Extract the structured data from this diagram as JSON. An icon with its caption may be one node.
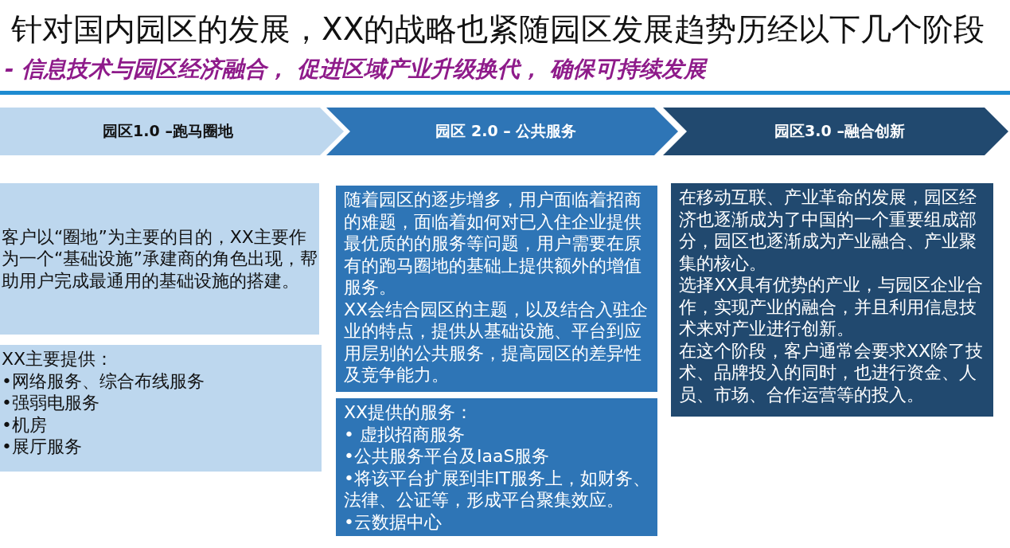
{
  "diagram": {
    "title": "针对国内园区的发展，XX的战略也紧随园区发展趋势历经以下几个阶段",
    "caption": "- 信息技术与园区经济融合， 促进区域产业升级换代， 确保可持续发展",
    "nodes": [
      {
        "text": [
          "园区1.0 –跑马圈地"
        ]
      },
      {
        "text": [
          "园区 2.0 – 公共服务"
        ]
      },
      {
        "text": [
          "园区3.0 –融合创新"
        ]
      },
      {
        "text": [
          "客户以“圈地”为主要的目的，XX主要作为一个“基础设施”承建商的角色出现，帮助用户完成最通用的基础设施的搭建。"
        ]
      },
      {
        "text": [
          "XX主要提供：",
          "•网络服务、综合布线服务",
          "•强弱电服务",
          "•机房",
          "•展厅服务"
        ]
      },
      {
        "text": [
          "随着园区的逐步增多，用户面临着招商的难题，面临着如何对已入住企业提供最优质的的服务等问题，用户需要在原有的跑马圈地的基础上提供额外的增值服务。",
          "XX会结合园区的主题，以及结合入驻企业的特点，提供从基础设施、平台到应用层别的公共服务，提高园区的差异性及竞争能力。"
        ]
      },
      {
        "text": [
          "XX提供的服务：",
          "• 虚拟招商服务",
          "•公共服务平台及IaaS服务",
          "•将该平台扩展到非IT服务上，如财务、法律、公证等，形成平台聚集效应。",
          "•云数据中心"
        ]
      },
      {
        "text": [
          "在移动互联、产业革命的发展，园区经济也逐渐成为了中国的一个重要组成部分，园区也逐渐成为产业融合、产业聚集的核心。",
          "选择XX具有优势的产业，与园区企业合作，实现产业的融合，并且利用信息技术来对产业进行创新。",
          "在这个阶段，客户通常会要求XX除了技术、品牌投入的同时，也进行资金、人员、市场、合作运营等的投入。"
        ]
      }
    ]
  }
}
